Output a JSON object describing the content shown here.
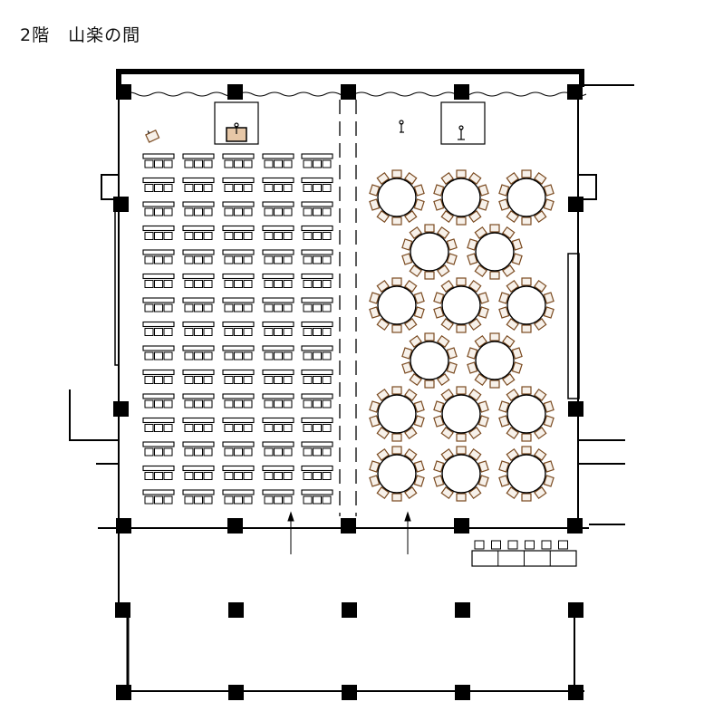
{
  "title": "2階　山楽の間",
  "colors": {
    "line": "#000000",
    "chair_fill": "#f7f1ea",
    "chair_edge": "#7a4a20",
    "podium_fill": "#e6c7a7"
  },
  "layout": {
    "classroom": {
      "columns": 5,
      "rows": 15,
      "seats_per_desk": 3
    },
    "banquet": {
      "table_rows": [
        3,
        2,
        3,
        2,
        3,
        3
      ],
      "chairs_per_table": 10
    },
    "side_table": {
      "chairs": 6
    }
  }
}
